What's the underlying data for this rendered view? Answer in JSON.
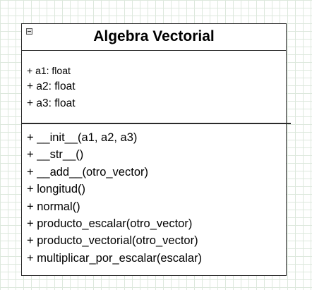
{
  "class": {
    "name": "Algebra Vectorial",
    "collapse_icon": "minus-square-icon",
    "attributes": [
      "+ a1: float",
      "+ a2: float",
      "+ a3: float"
    ],
    "methods": [
      "+ __init__(a1, a2, a3)",
      "+ __str__()",
      "+ __add__(otro_vector)",
      "+ longitud()",
      "+ normal()",
      "+ producto_escalar(otro_vector)",
      "+ producto_vectorial(otro_vector)",
      "+ multiplicar_por_escalar(escalar)"
    ]
  },
  "colors": {
    "border": "#2b2b2b",
    "grid": "#dde8dd",
    "background": "#ffffff"
  }
}
